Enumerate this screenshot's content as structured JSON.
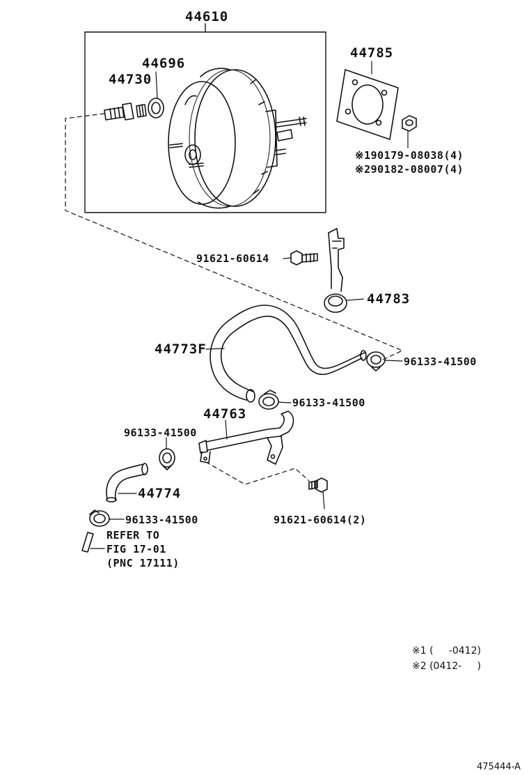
{
  "parts": {
    "p44610": "44610",
    "p44696": "44696",
    "p44730": "44730",
    "p44785": "44785",
    "p90179": "※190179-08038(4)",
    "p90182": "※290182-08007(4)",
    "p91621a": "91621-60614",
    "p44783": "44783",
    "p44773f": "44773F",
    "p96133a": "96133-41500",
    "p96133b": "96133-41500",
    "p44763": "44763",
    "p96133c": "96133-41500",
    "p44774": "44774",
    "p96133d": "96133-41500",
    "p91621b": "91621-60614(2)"
  },
  "reference": {
    "line1": "REFER TO",
    "line2": "FIG 17-01",
    "line3": "(PNC 17111)"
  },
  "notes": {
    "note1": "※1 (     -0412)",
    "note2": "※2 (0412-     )"
  },
  "diagram_id": "475444-A"
}
